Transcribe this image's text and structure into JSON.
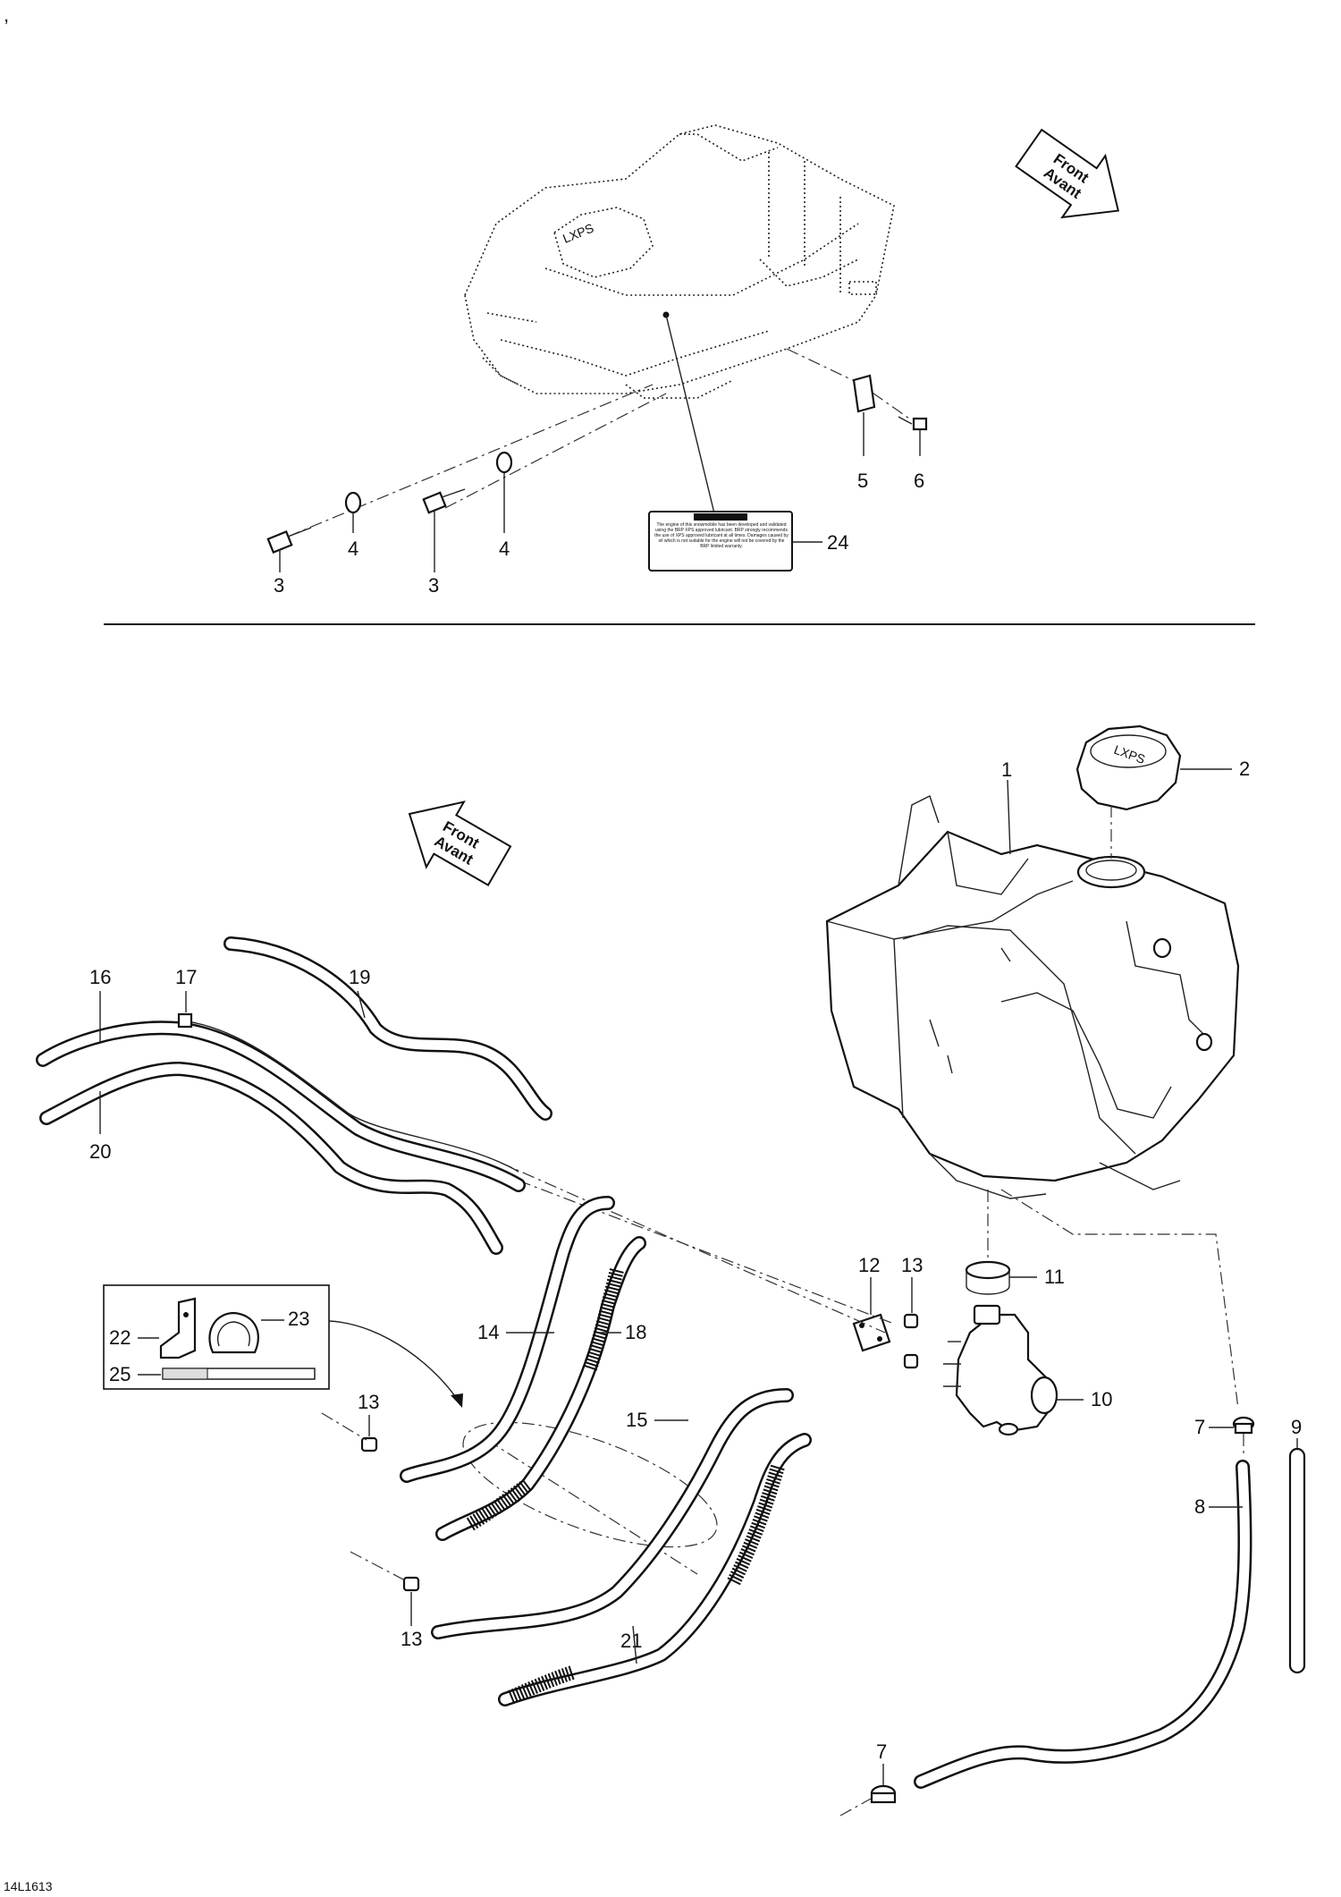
{
  "diagram": {
    "corner_mark": ",",
    "drawing_code": "14L1613",
    "front_arrow": {
      "line1": "Front",
      "line2": "Avant"
    },
    "label_text": "The engine of this snowmobile has been developed and validated using the BRP XPS approved lubricant. BRP strongly recommends the use of XPS approved lubricant at all times. Damages caused by oil which is not suitable for the engine will not be covered by the BRP limited warranty.",
    "callouts": {
      "c1": "1",
      "c2": "2",
      "c3a": "3",
      "c3b": "3",
      "c4a": "4",
      "c4b": "4",
      "c5": "5",
      "c6": "6",
      "c7a": "7",
      "c7b": "7",
      "c8": "8",
      "c9": "9",
      "c10": "10",
      "c11": "11",
      "c12": "12",
      "c13a": "13",
      "c13b": "13",
      "c13c": "13",
      "c14": "14",
      "c15": "15",
      "c16": "16",
      "c17": "17",
      "c18": "18",
      "c19": "19",
      "c20": "20",
      "c21": "21",
      "c22": "22",
      "c23": "23",
      "c24": "24",
      "c25": "25"
    }
  }
}
